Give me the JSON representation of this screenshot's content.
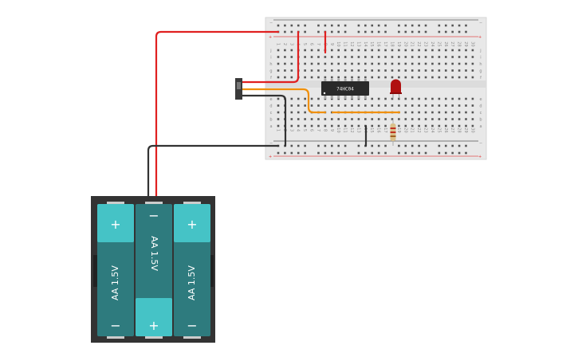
{
  "breadboard": {
    "columns": [
      "1",
      "2",
      "3",
      "4",
      "5",
      "6",
      "7",
      "8",
      "9",
      "10",
      "11",
      "12",
      "13",
      "14",
      "15",
      "16",
      "17",
      "18",
      "19",
      "20",
      "21",
      "22",
      "23",
      "24",
      "25",
      "26",
      "27",
      "28",
      "29",
      "30"
    ],
    "rows_top": [
      "j",
      "i",
      "h",
      "g",
      "f"
    ],
    "rows_bottom": [
      "e",
      "d",
      "c",
      "b",
      "a"
    ],
    "rail_plus": "+",
    "rail_minus": "−"
  },
  "chip": {
    "label": "74HC04"
  },
  "battery": {
    "cells": [
      {
        "label": "AA 1.5V",
        "plus": "+",
        "minus": "−",
        "orientation": "plus-top"
      },
      {
        "label": "AA 1.5V",
        "plus": "+",
        "minus": "−",
        "orientation": "plus-bottom"
      },
      {
        "label": "AA 1.5V",
        "plus": "+",
        "minus": "−",
        "orientation": "plus-top"
      }
    ]
  },
  "colors": {
    "wire_red": "#e02020",
    "wire_black": "#333333",
    "wire_orange": "#f0900a",
    "cell_dark": "#2e7b7e",
    "cell_light": "#45c3c6",
    "led": "#b01010"
  }
}
